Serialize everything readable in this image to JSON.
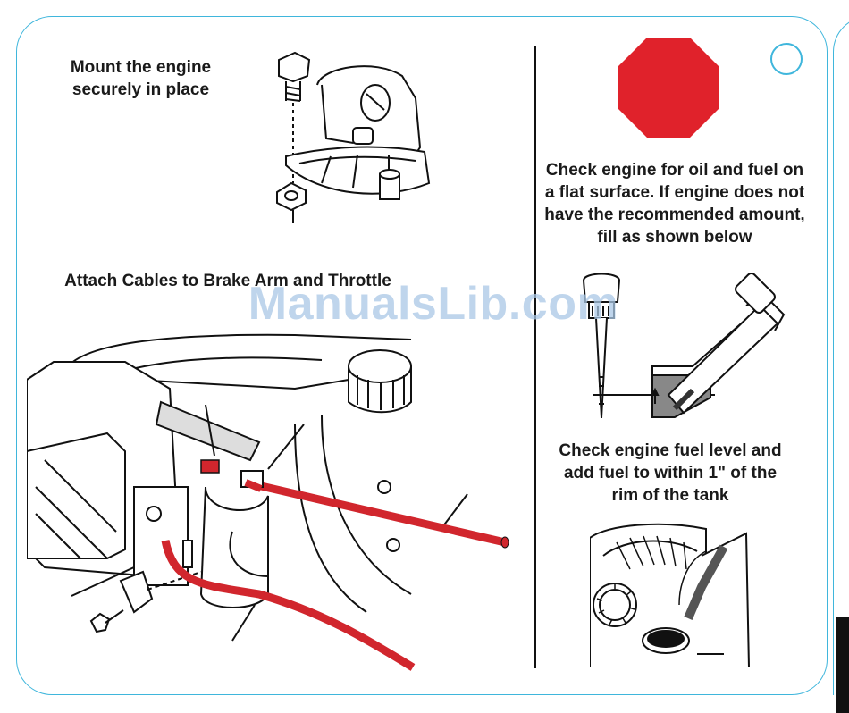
{
  "left": {
    "mount_heading": "Mount the engine securely in place",
    "cables_heading": "Attach Cables to Brake Arm and Throttle"
  },
  "right": {
    "oil_instruction": "Check engine for oil and fuel on a flat surface. If engine does not have the recommended amount, fill as shown below",
    "fuel_instruction": "Check engine fuel level and add fuel to within 1\" of the rim of the tank"
  },
  "watermark": "ManualsLib.com",
  "colors": {
    "frame": "#3fb6dc",
    "stop_sign": "#e0222b",
    "cable": "#d1262d",
    "watermark": "#aac8e6"
  },
  "icons": [
    "stop-sign-icon",
    "circle-marker-icon"
  ]
}
